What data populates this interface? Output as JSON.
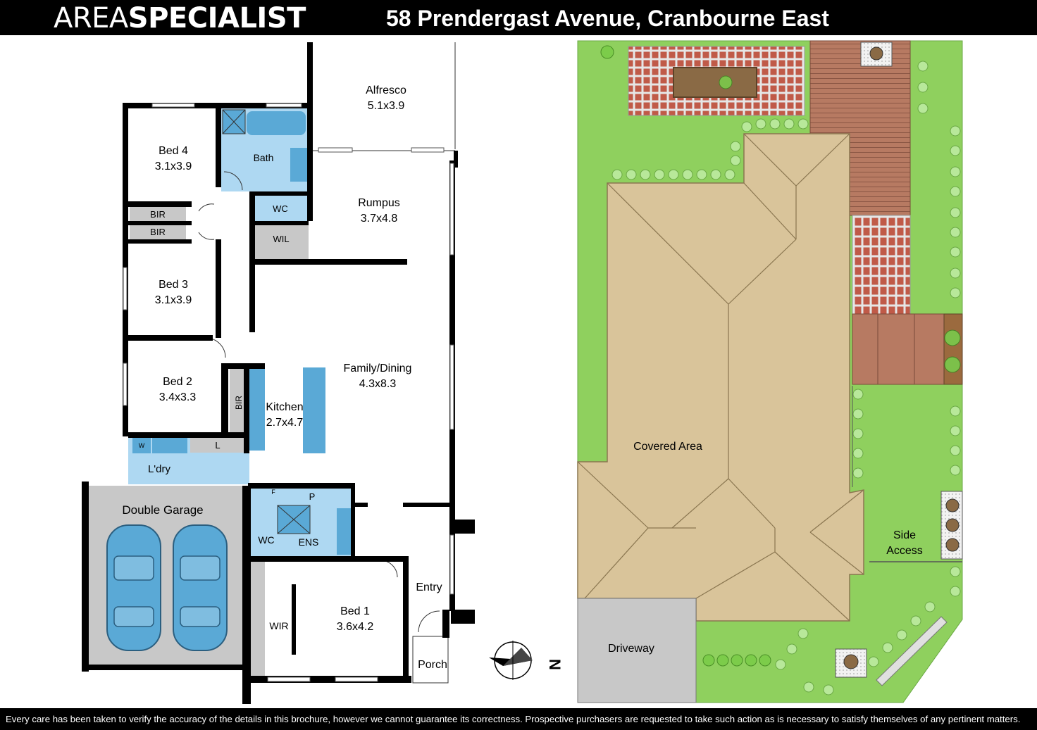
{
  "header": {
    "brand_light": "AREA",
    "brand_bold": "SPECIALIST",
    "address": "58 Prendergast Avenue, Cranbourne East"
  },
  "rooms": {
    "alfresco": {
      "name": "Alfresco",
      "size": "5.1x3.9"
    },
    "bath": {
      "name": "Bath"
    },
    "bed4": {
      "name": "Bed 4",
      "size": "3.1x3.9"
    },
    "bir_bed4": {
      "name": "BIR"
    },
    "bir_bed3": {
      "name": "BIR"
    },
    "wc": {
      "name": "WC"
    },
    "wil": {
      "name": "WIL"
    },
    "rumpus": {
      "name": "Rumpus",
      "size": "3.7x4.8"
    },
    "bed3": {
      "name": "Bed 3",
      "size": "3.1x3.9"
    },
    "family_dining": {
      "name": "Family/Dining",
      "size": "4.3x8.3"
    },
    "bed2": {
      "name": "Bed 2",
      "size": "3.4x3.3"
    },
    "bir_bed2": {
      "name": "BIR"
    },
    "kitchen": {
      "name": "Kitchen",
      "size": "2.7x4.7"
    },
    "laundry": {
      "name": "L'dry"
    },
    "laundry_w": {
      "name": "W"
    },
    "laundry_l": {
      "name": "L"
    },
    "double_garage": {
      "name": "Double Garage"
    },
    "fridge": {
      "name": "F"
    },
    "pantry": {
      "name": "P"
    },
    "wc_ens": {
      "name": "WC"
    },
    "ens": {
      "name": "ENS"
    },
    "bed1": {
      "name": "Bed 1",
      "size": "3.6x4.2"
    },
    "wir": {
      "name": "WIR"
    },
    "entry": {
      "name": "Entry"
    },
    "porch": {
      "name": "Porch"
    }
  },
  "compass": {
    "label": "N"
  },
  "site": {
    "covered_area": "Covered Area",
    "driveway": "Driveway",
    "side_access_line1": "Side",
    "side_access_line2": "Access"
  },
  "colors": {
    "wet_area": "#aed8f2",
    "kitchen": "#5aa9d6",
    "garage": "#c8c8c8",
    "lawn": "#8fd05e",
    "roof": "#d9c49a",
    "deck": "#b77a62",
    "pavers": "#c05a48"
  },
  "footer": {
    "disclaimer": "Every care has been taken to verify the accuracy of the details in this brochure, however we cannot guarantee its correctness. Prospective purchasers are requested to take such action as is necessary to satisfy themselves of any pertinent matters."
  }
}
